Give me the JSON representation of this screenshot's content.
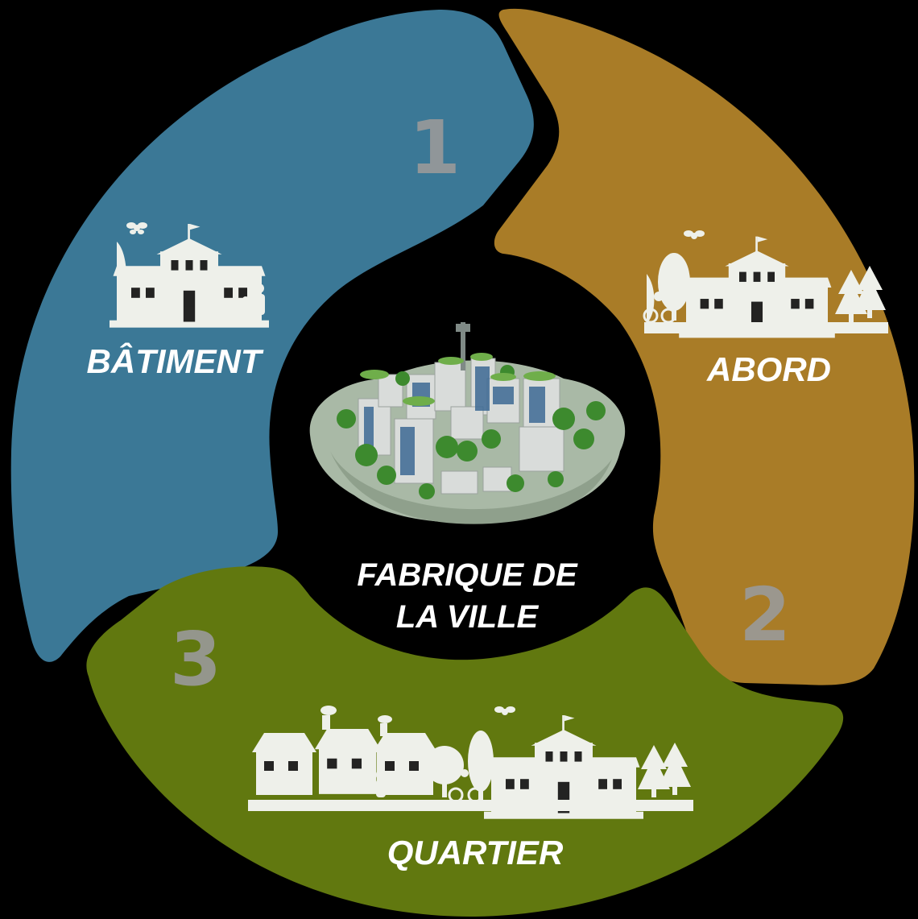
{
  "center": {
    "title_line1": "FABRIQUE DE",
    "title_line2": "LA VILLE",
    "illustration": "eco-city-island-illustration"
  },
  "segments": [
    {
      "number": "1",
      "label": "BÂTIMENT",
      "color": "#3b7896",
      "icon": "school-building-icon"
    },
    {
      "number": "2",
      "label": "ABORD",
      "color": "#a97c27",
      "icon": "school-with-trees-icon"
    },
    {
      "number": "3",
      "label": "QUARTIER",
      "color": "#61780f",
      "icon": "neighborhood-icon"
    }
  ],
  "colors": {
    "background": "#000000",
    "icon": "#eef0ea",
    "number": "#9a9a9a",
    "label": "#ffffff"
  }
}
